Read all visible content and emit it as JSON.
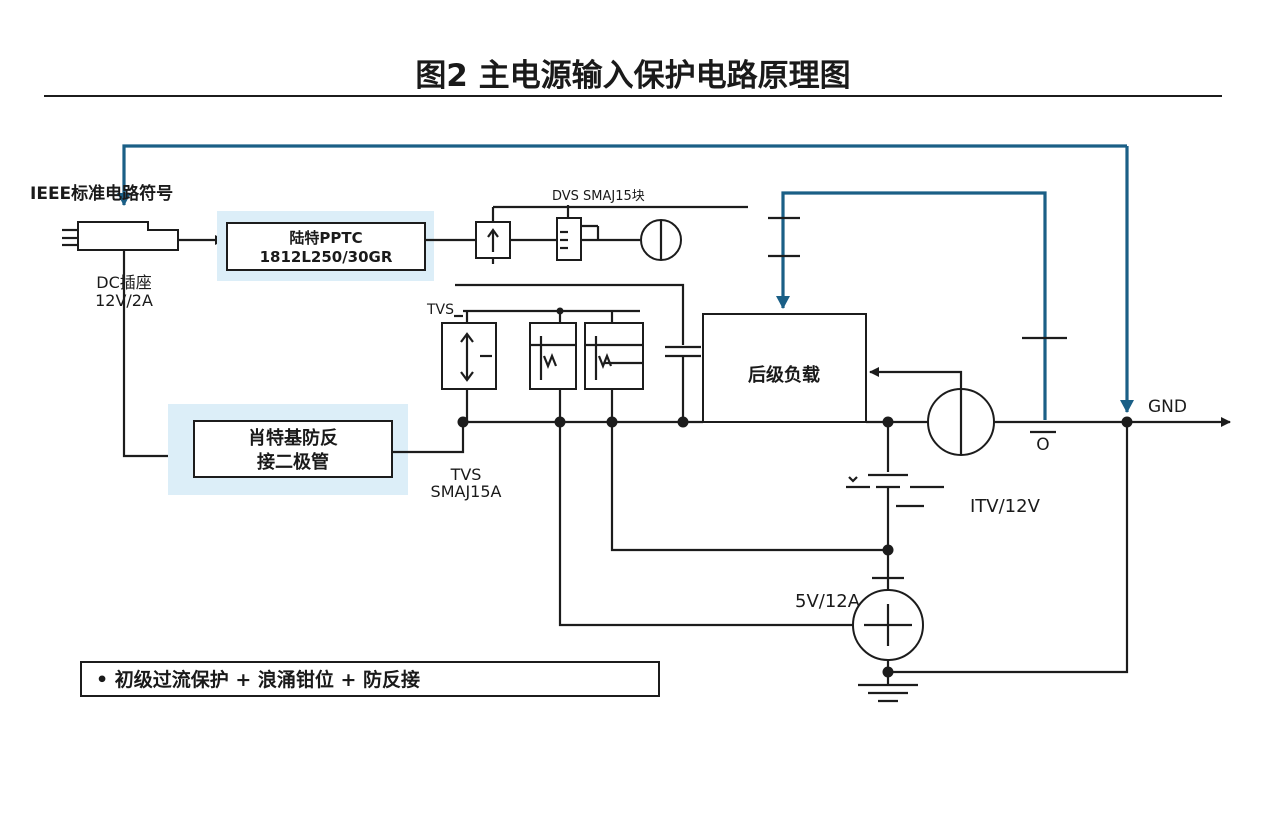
{
  "title": "图2 主电源输入保护电路原理图",
  "labels": {
    "ieee": "IEEE标准电路符号",
    "dc_jack_1": "DC插座",
    "dc_jack_2": "12V/2A",
    "pptc_1": "陆特PPTC",
    "pptc_2": "1812L250/30GR",
    "dvs": "DVS SMAJ15块",
    "tvs_top": "TVS",
    "load": "后级负载",
    "gnd": "GND",
    "schottky_1": "肖特基防反",
    "schottky_2": "接二极管",
    "tvs_bottom_1": "TVS",
    "tvs_bottom_2": "SMAJ15A",
    "itv": "ITV/12V",
    "v5": "5V/12A",
    "o_mark": "O",
    "note": "• 初级过流保护 + 浪涌钳位 + 防反接"
  },
  "colors": {
    "wire": "#1c1c1c",
    "feedback": "#1a5f86",
    "highlight": "#dceef8"
  }
}
